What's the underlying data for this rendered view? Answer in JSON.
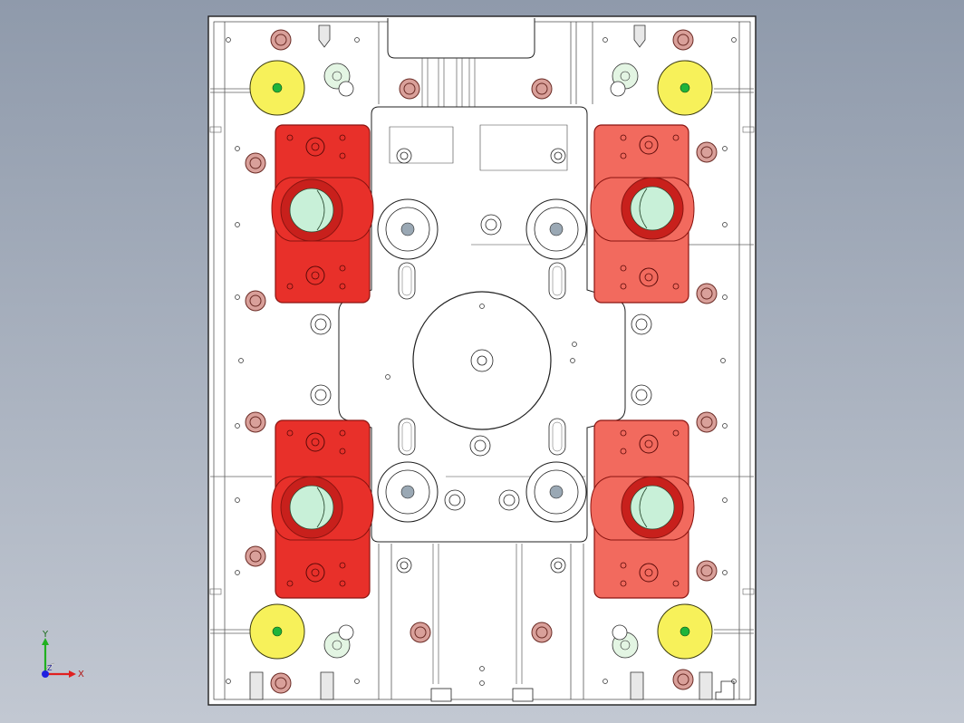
{
  "viewport": {
    "background_top": "#8f9aab",
    "background_bottom": "#c2c8d2"
  },
  "colors": {
    "plate_fill": "#ffffff",
    "line": "#202020",
    "insert_red": "#e8302a",
    "insert_red_light": "#f26a5e",
    "insert_edge": "#8a1410",
    "cavity_green": "#c8f0d8",
    "locating_yellow": "#f7f15a",
    "locating_center": "#1fb43a",
    "bolt_fill": "#d9a09a",
    "bolt_edge": "#6a2a24",
    "pale_green": "#e3f5e3"
  },
  "triad": {
    "x_label": "X",
    "y_label": "Y",
    "z_label": "Z",
    "x_color": "#e02020",
    "y_color": "#20b020",
    "z_color": "#2020e0"
  }
}
